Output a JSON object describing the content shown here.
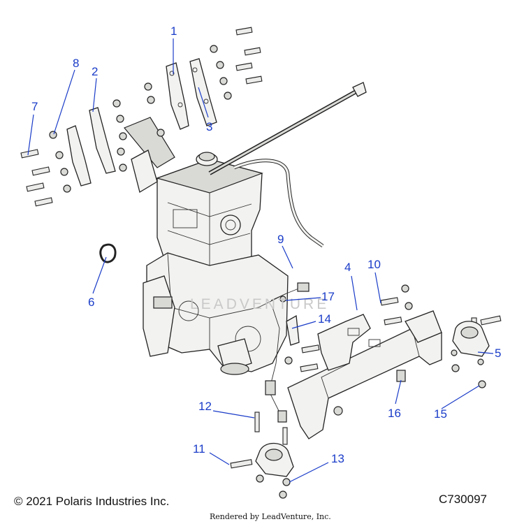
{
  "callouts": [
    "1",
    "2",
    "3",
    "4",
    "5",
    "6",
    "7",
    "8",
    "9",
    "10",
    "11",
    "12",
    "13",
    "14",
    "15",
    "16",
    "17"
  ],
  "watermark": "LEADVENTURE",
  "footer": {
    "copyright": "© 2021 Polaris Industries Inc.",
    "code": "C730097",
    "rendered_by": "Rendered by LeadVenture, Inc."
  },
  "colors": {
    "callout": "#1a3cc8",
    "line": "#222222",
    "part_fill": "#f2f2f0"
  }
}
